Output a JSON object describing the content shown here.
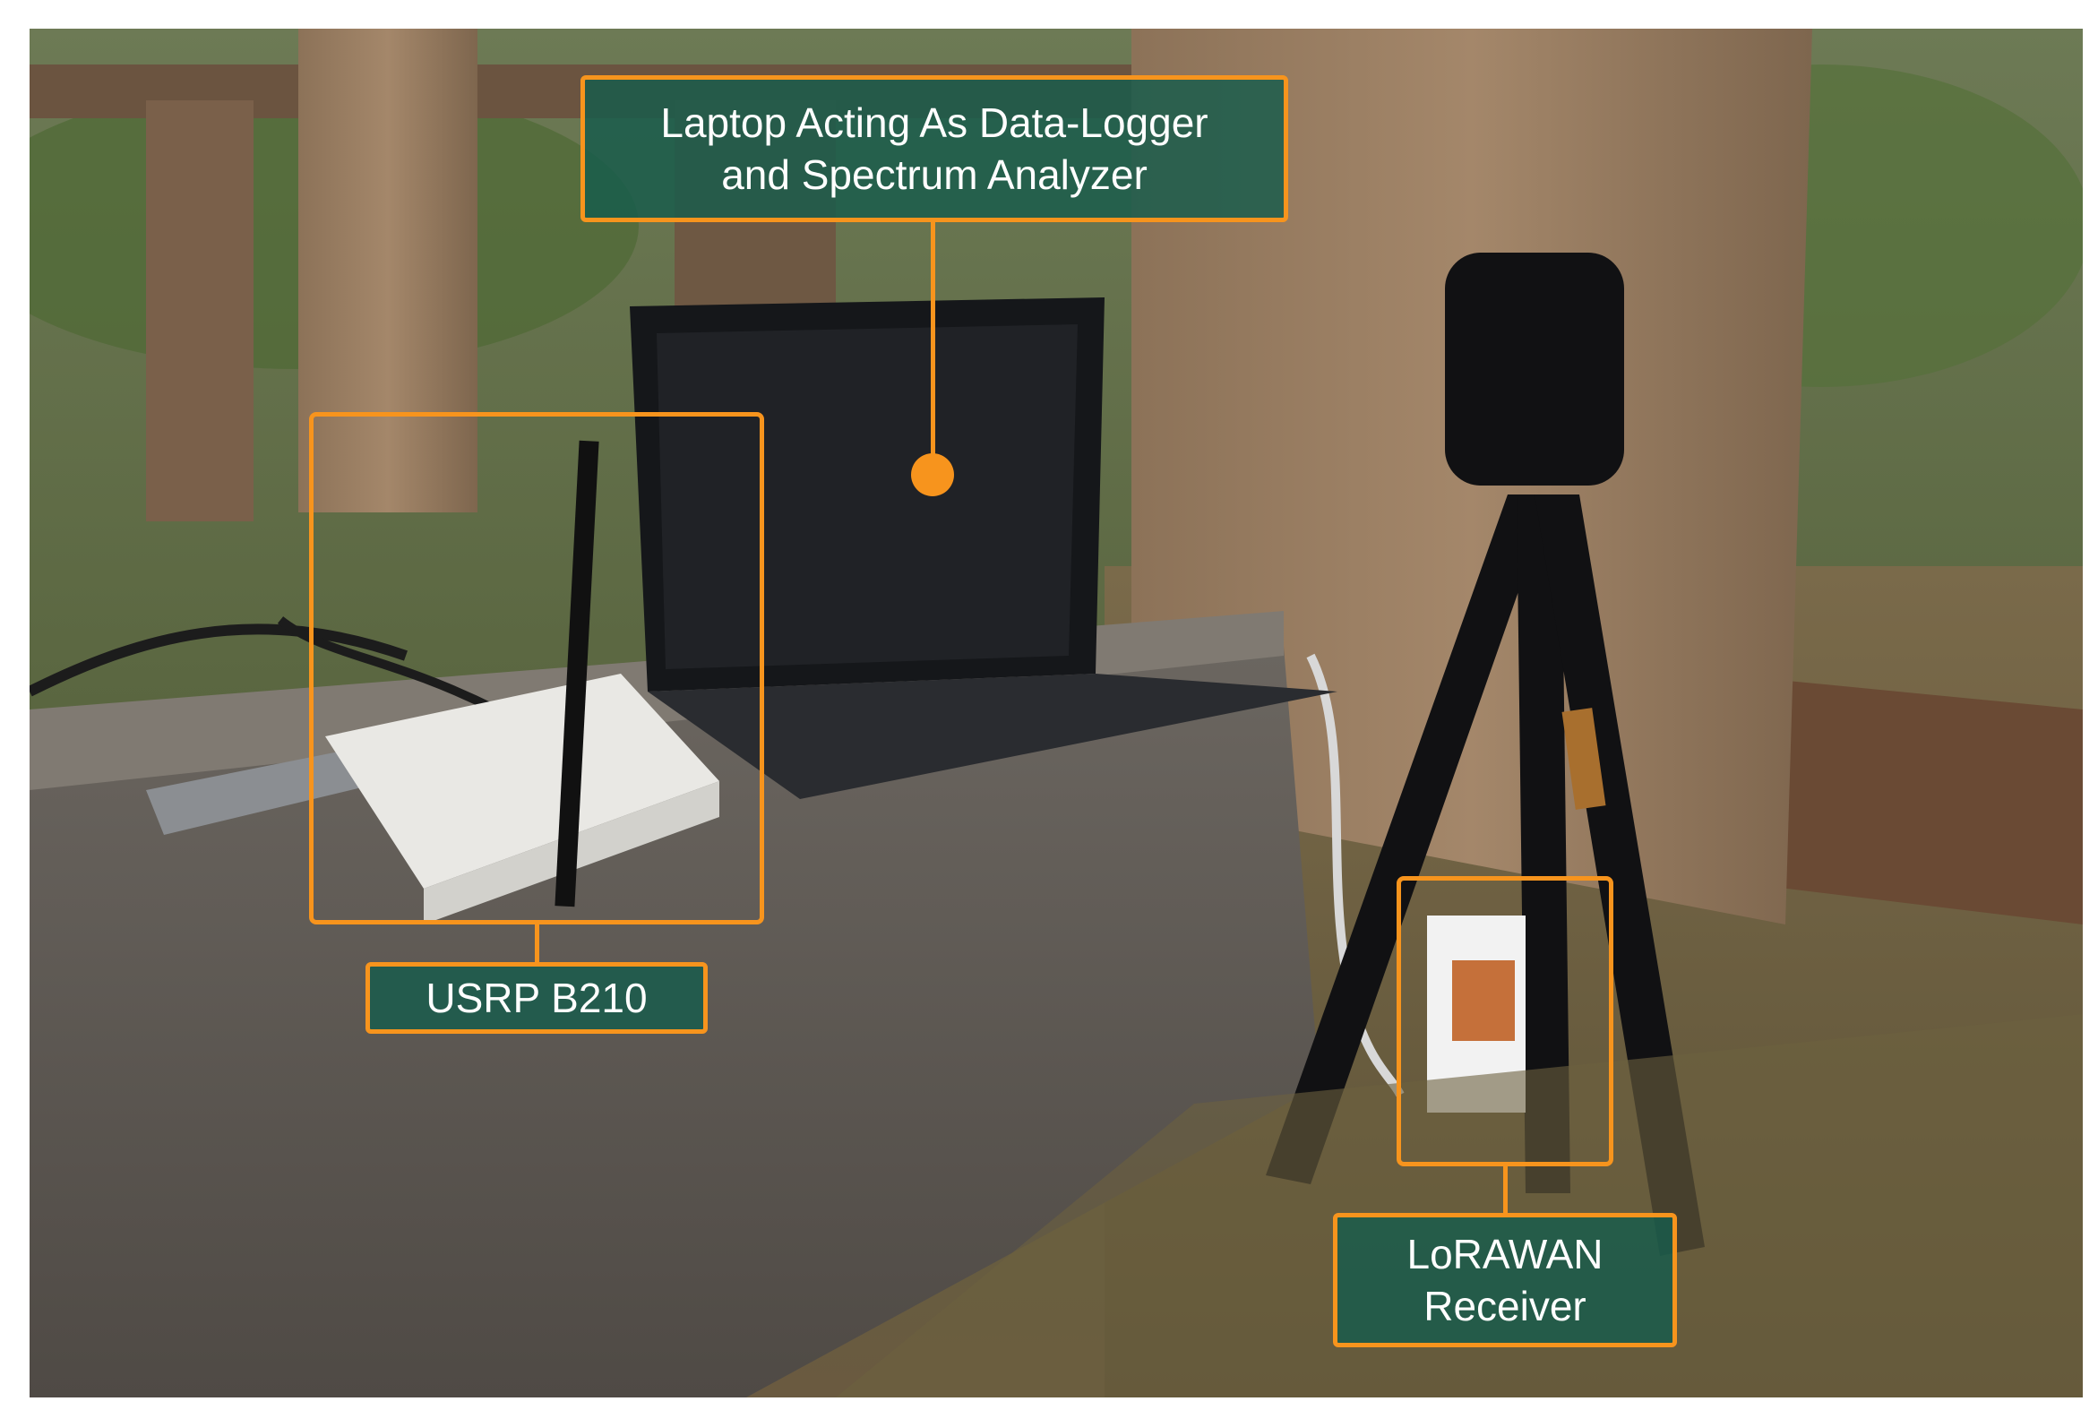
{
  "labels": {
    "laptop_line1": "Laptop Acting As Data-Logger",
    "laptop_line2": "and Spectrum Analyzer",
    "usrp": "USRP B210",
    "lorawan_line1": "LoRAWAN",
    "lorawan_line2": "Receiver"
  },
  "colors": {
    "accent": "#f7941d",
    "label_fill": "#165c4c",
    "label_text": "#ffffff"
  }
}
